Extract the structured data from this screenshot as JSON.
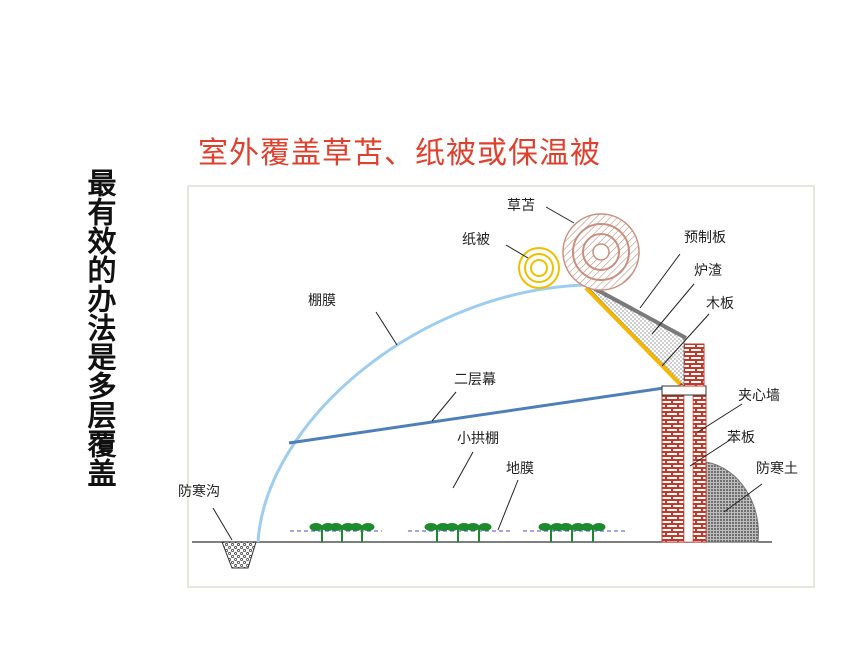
{
  "slide": {
    "title": "室外覆盖草苫、纸被或保温被",
    "side_title": "最有效的办法是多层覆盖"
  },
  "diagram": {
    "labels": {
      "cao_shan": "草苫",
      "zhi_bei": "纸被",
      "yu_zhi_ban": "预制板",
      "lu_zha": "炉渣",
      "mu_ban": "木板",
      "peng_mo": "棚膜",
      "er_ceng_mu": "二层幕",
      "jia_xin_qiang": "夹心墙",
      "xiao_gong_peng": "小拱棚",
      "ben_ban": "苯板",
      "di_mo": "地膜",
      "fang_han_tu": "防寒土",
      "fang_han_gou": "防寒沟"
    },
    "colors": {
      "title": "#e0412f",
      "film": "#9fcdf0",
      "curtain": "#4f7fb8",
      "brick": "#c0392b",
      "wood": "#f5b800",
      "plant": "#1e8a2e",
      "mulch": "#4b4bcf"
    }
  }
}
